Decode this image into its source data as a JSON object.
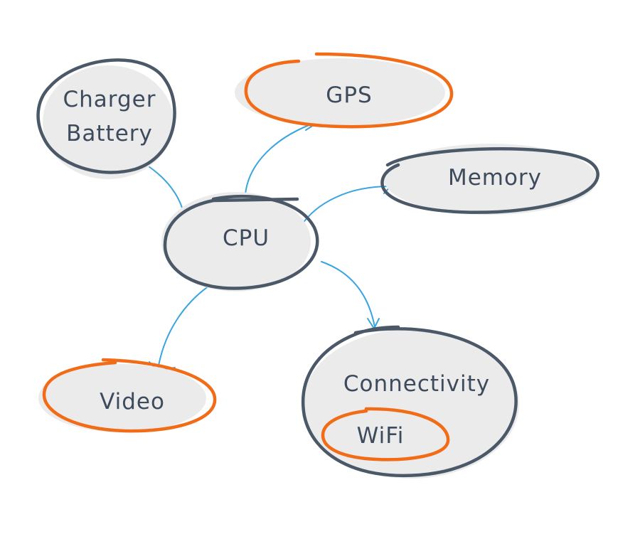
{
  "colors": {
    "outline": "#4b5868",
    "accent": "#f26b16",
    "connector": "#3aa4e0",
    "node_fill": "#ebebeb",
    "text": "#3d4b5c"
  },
  "nodes": {
    "cpu": {
      "label": "CPU"
    },
    "charger": {
      "label_line1": "Charger",
      "label_line2": "Battery"
    },
    "gps": {
      "label": "GPS"
    },
    "memory": {
      "label": "Memory"
    },
    "video": {
      "label": "Video"
    },
    "connectivity": {
      "label": "Connectivity"
    },
    "wifi": {
      "label": "WiFi"
    }
  },
  "edges": [
    {
      "from": "CPU",
      "to": "Charger Battery"
    },
    {
      "from": "CPU",
      "to": "GPS"
    },
    {
      "from": "CPU",
      "to": "Memory"
    },
    {
      "from": "CPU",
      "to": "Connectivity"
    },
    {
      "from": "CPU",
      "to": "Video"
    }
  ]
}
